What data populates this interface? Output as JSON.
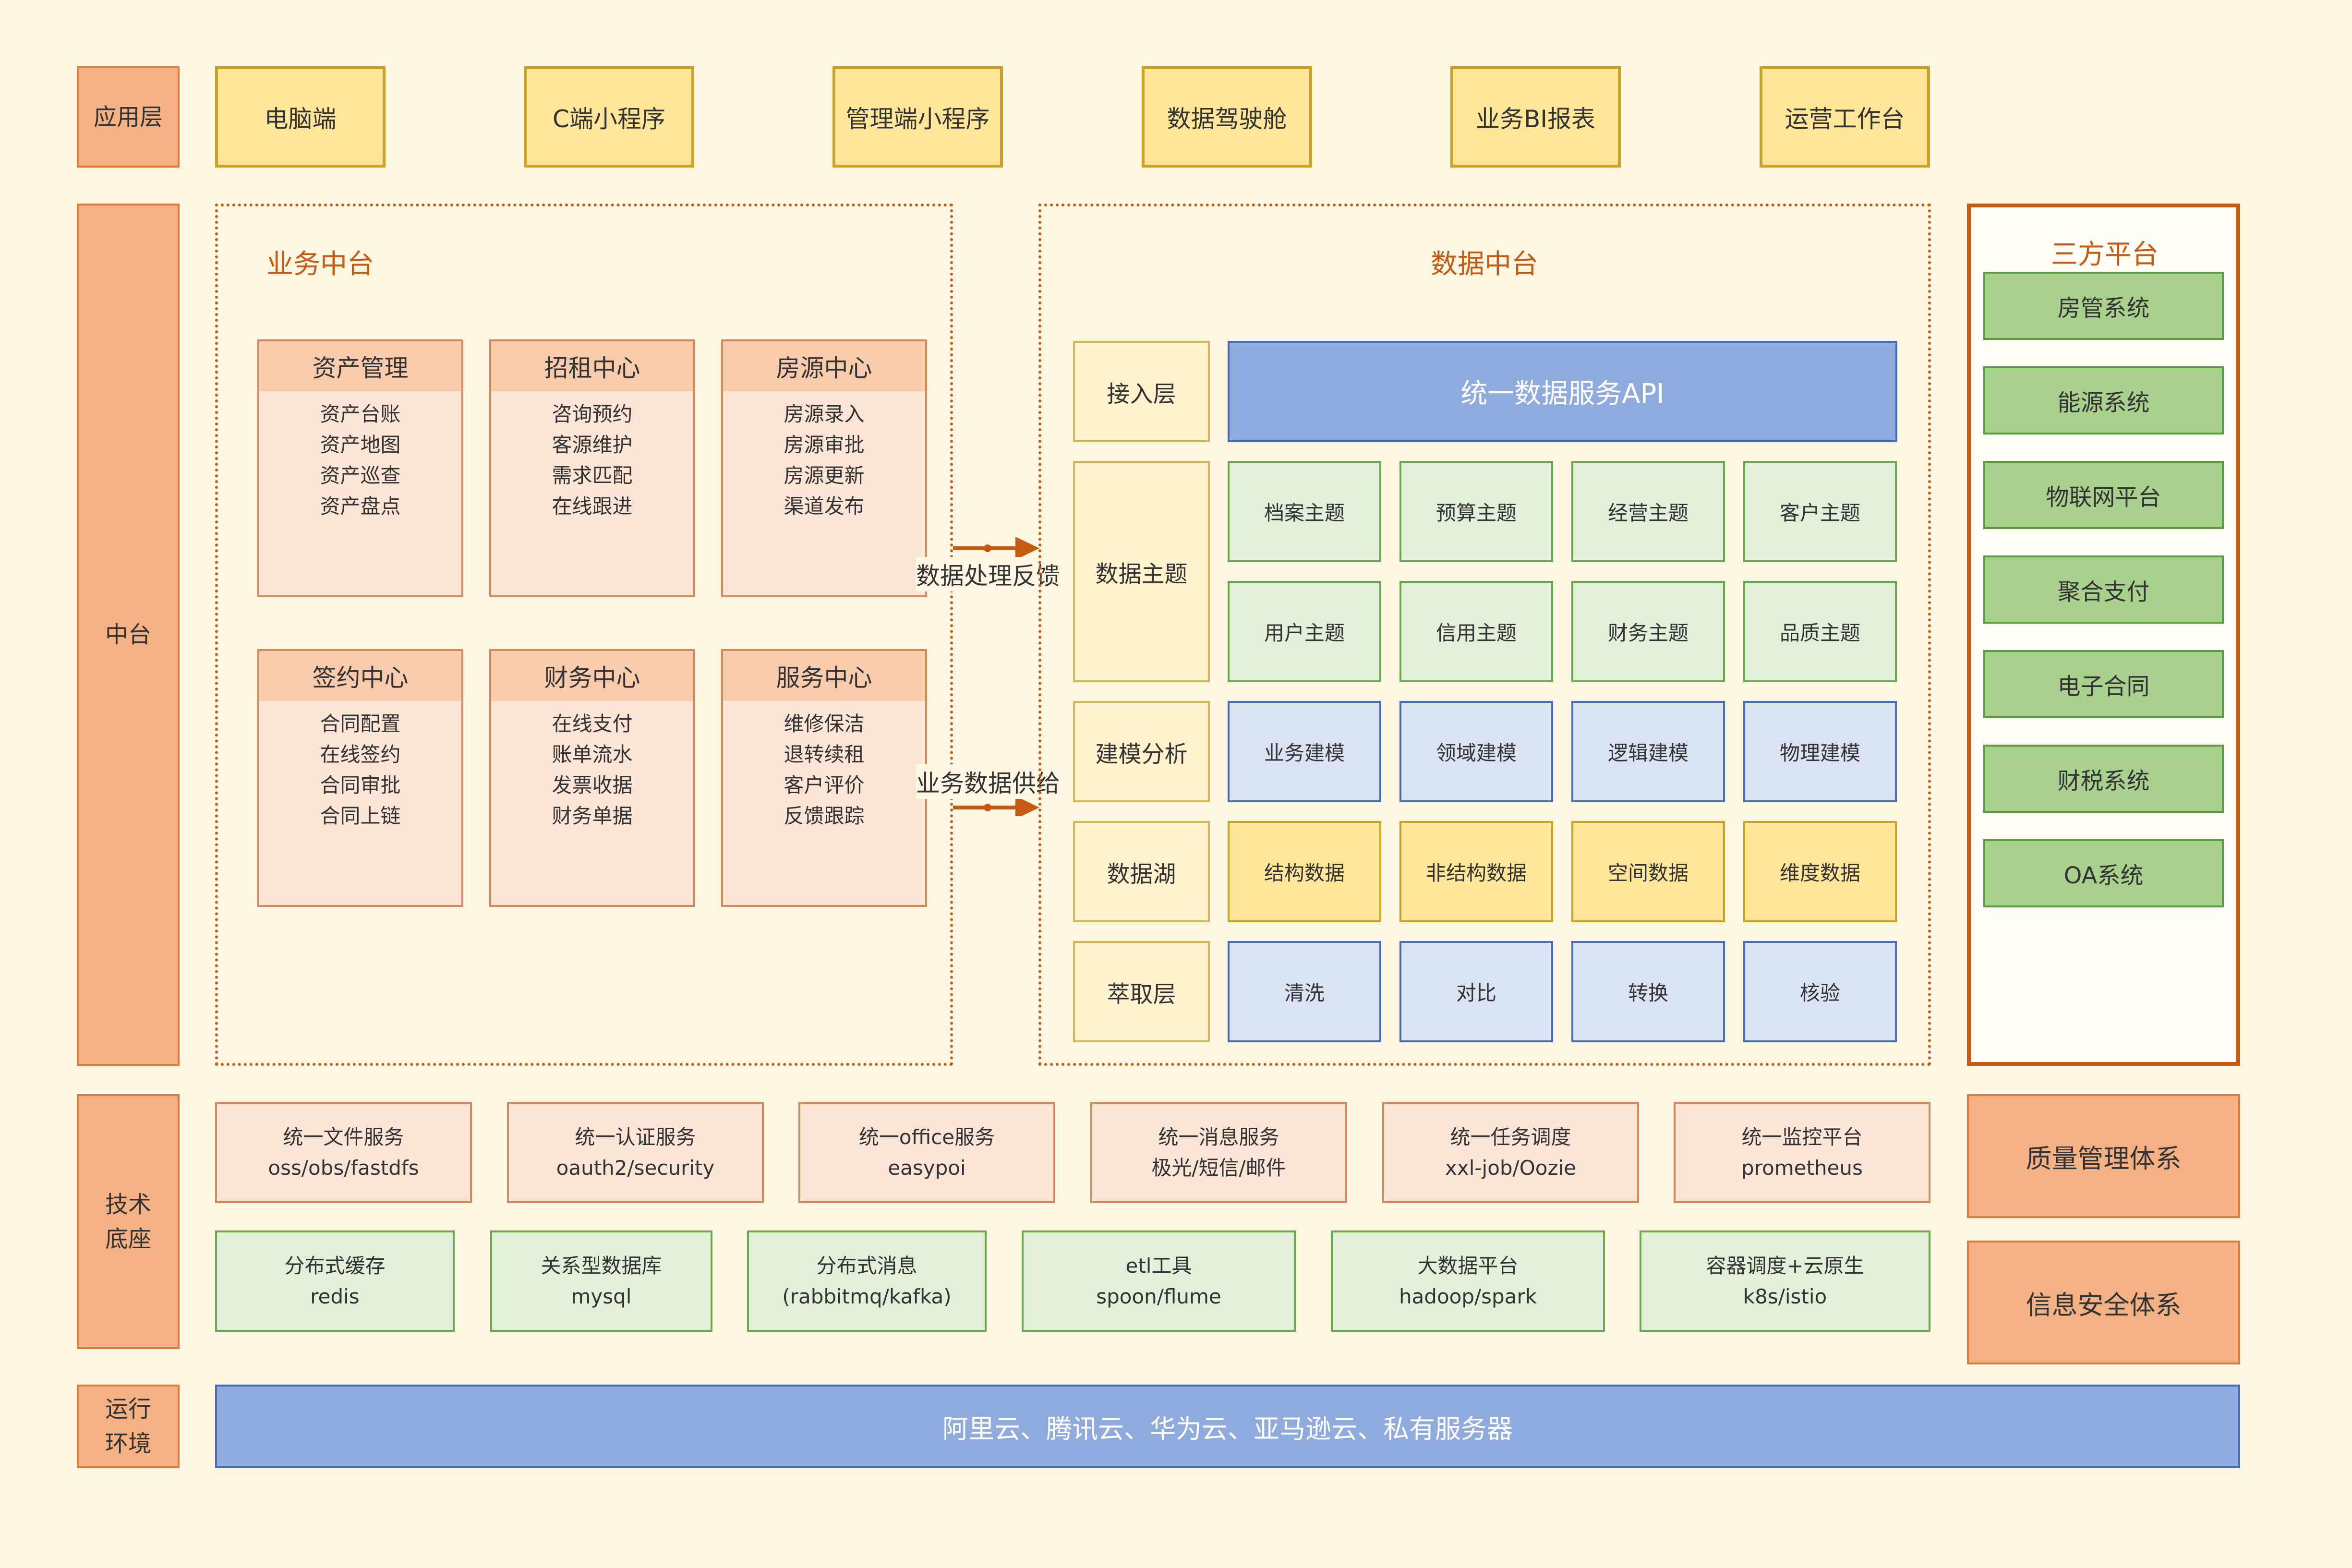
{
  "layers": {
    "app": "应用层",
    "middle": "中台",
    "tech": "技术底座",
    "runtime": "运行环境"
  },
  "apps": [
    "电脑端",
    "C端小程序",
    "管理端小程序",
    "数据驾驶舱",
    "业务BI报表",
    "运营工作台"
  ],
  "business": {
    "title": "业务中台",
    "cards": [
      {
        "title": "资产管理",
        "items": [
          "资产台账",
          "资产地图",
          "资产巡查",
          "资产盘点"
        ]
      },
      {
        "title": "招租中心",
        "items": [
          "咨询预约",
          "客源维护",
          "需求匹配",
          "在线跟进"
        ]
      },
      {
        "title": "房源中心",
        "items": [
          "房源录入",
          "房源审批",
          "房源更新",
          "渠道发布"
        ]
      },
      {
        "title": "签约中心",
        "items": [
          "合同配置",
          "在线签约",
          "合同审批",
          "合同上链"
        ]
      },
      {
        "title": "财务中心",
        "items": [
          "在线支付",
          "账单流水",
          "发票收据",
          "财务单据"
        ]
      },
      {
        "title": "服务中心",
        "items": [
          "维修保洁",
          "退转续租",
          "客户评价",
          "反馈跟踪"
        ]
      }
    ]
  },
  "arrows": {
    "feedback": "数据处理反馈",
    "supply": "业务数据供给"
  },
  "data_platform": {
    "title": "数据中台",
    "access_label": "接入层",
    "api": "统一数据服务API",
    "topic_label": "数据主题",
    "topics_row1": [
      "档案主题",
      "预算主题",
      "经营主题",
      "客户主题"
    ],
    "topics_row2": [
      "用户主题",
      "信用主题",
      "财务主题",
      "品质主题"
    ],
    "model_label": "建模分析",
    "models": [
      "业务建模",
      "领域建模",
      "逻辑建模",
      "物理建模"
    ],
    "lake_label": "数据湖",
    "lake": [
      "结构数据",
      "非结构数据",
      "空间数据",
      "维度数据"
    ],
    "extract_label": "萃取层",
    "extract": [
      "清洗",
      "对比",
      "转换",
      "核验"
    ]
  },
  "third_party": {
    "title": "三方平台",
    "items": [
      "房管系统",
      "能源系统",
      "物联网平台",
      "聚合支付",
      "电子合同",
      "财税系统",
      "OA系统"
    ]
  },
  "tech_row1": [
    {
      "name": "统一文件服务",
      "detail": "oss/obs/fastdfs"
    },
    {
      "name": "统一认证服务",
      "detail": "oauth2/security"
    },
    {
      "name": "统一office服务",
      "detail": "easypoi"
    },
    {
      "name": "统一消息服务",
      "detail": "极光/短信/邮件"
    },
    {
      "name": "统一任务调度",
      "detail": "xxl-job/Oozie"
    },
    {
      "name": "统一监控平台",
      "detail": "prometheus"
    }
  ],
  "tech_row2": [
    {
      "name": "分布式缓存",
      "detail": "redis"
    },
    {
      "name": "关系型数据库",
      "detail": "mysql"
    },
    {
      "name": "分布式消息",
      "detail": "(rabbitmq/kafka)"
    },
    {
      "name": "etl工具",
      "detail": "spoon/flume"
    },
    {
      "name": "大数据平台",
      "detail": "hadoop/spark"
    },
    {
      "name": "容器调度+云原生",
      "detail": "k8s/istio"
    }
  ],
  "systems": [
    "质量管理体系",
    "信息安全体系"
  ],
  "runtime_text": "阿里云、腾讯云、华为云、亚马逊云、私有服务器"
}
